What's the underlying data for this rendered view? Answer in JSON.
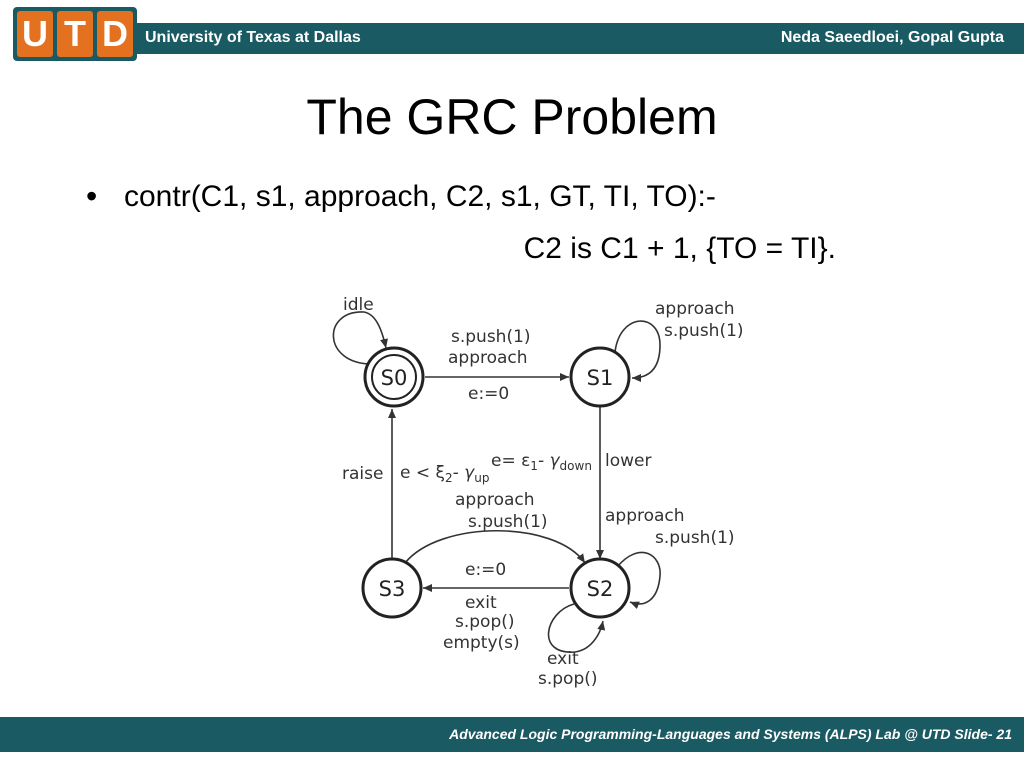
{
  "header": {
    "logo_letters": [
      "U",
      "T",
      "D"
    ],
    "institution": "University of Texas at Dallas",
    "authors": "Neda Saeedloei, Gopal Gupta",
    "bar_color": "#1a5a63",
    "logo_tile_color": "#e3711f"
  },
  "slide": {
    "title": "The GRC Problem",
    "bullet_marker": "•",
    "bullet_line1": "contr(C1, s1, approach, C2, s1, GT, TI, TO):-",
    "bullet_line2": "C2 is C1 + 1, {TO = TI}."
  },
  "diagram": {
    "states": [
      "S0",
      "S1",
      "S2",
      "S3"
    ],
    "initial_state": "S0",
    "labels": {
      "s0_loop": "idle",
      "s0_s1_top1": "s.push(1)",
      "s0_s1_top2": "approach",
      "s0_s1_bottom": "e:=0",
      "s1_loop1": "approach",
      "s1_loop2": "s.push(1)",
      "s1_s2_guard_a": "e= ε",
      "s1_s2_guard_b": "1",
      "s1_s2_guard_c": "- γ",
      "s1_s2_guard_d": "down",
      "s1_s2_action": "lower",
      "s3_s0_action": "raise",
      "s3_s0_guard_a": "e < ξ",
      "s3_s0_guard_b": "2",
      "s3_s0_guard_c": "- γ",
      "s3_s0_guard_d": "up",
      "s3_s2_line1": "approach",
      "s3_s2_line2": "s.push(1)",
      "s2_loop1": "approach",
      "s2_loop2": "s.push(1)",
      "s2_s3_top": "e:=0",
      "s2_s3_b1": "exit",
      "s2_s3_b2": "s.pop()",
      "s2_s3_b3": "empty(s)",
      "s2_loop_exit1": "exit",
      "s2_loop_exit2": "s.pop()"
    }
  },
  "footer": {
    "text": "Advanced Logic Programming-Languages and Systems (ALPS) Lab @ UTD  Slide- 21"
  }
}
